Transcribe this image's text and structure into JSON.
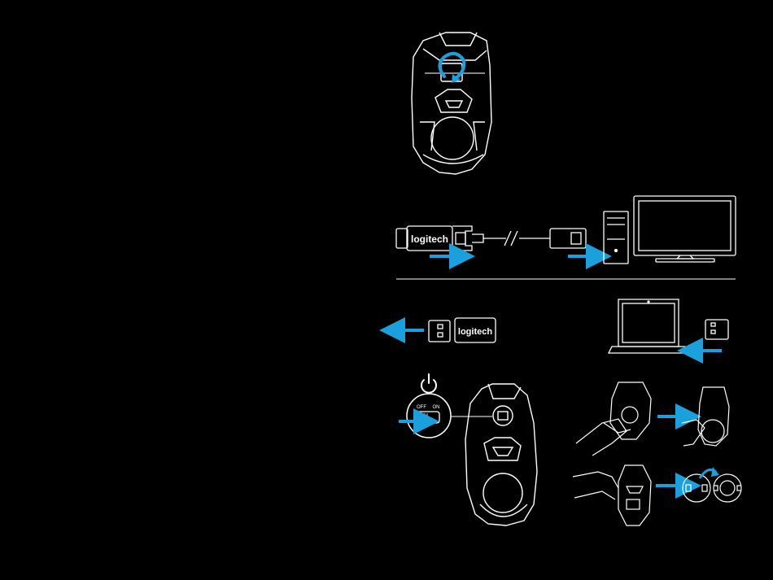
{
  "labels": {
    "brand_cable_adapter": "logitech",
    "brand_receiver_case": "logitech",
    "switch_off": "OFF",
    "switch_on": "ON"
  },
  "icons": {
    "power": "power-icon",
    "arrow": "arrow-right-icon"
  },
  "colors": {
    "background": "#000000",
    "line": "#ffffff",
    "accent": "#1aa0dc"
  }
}
